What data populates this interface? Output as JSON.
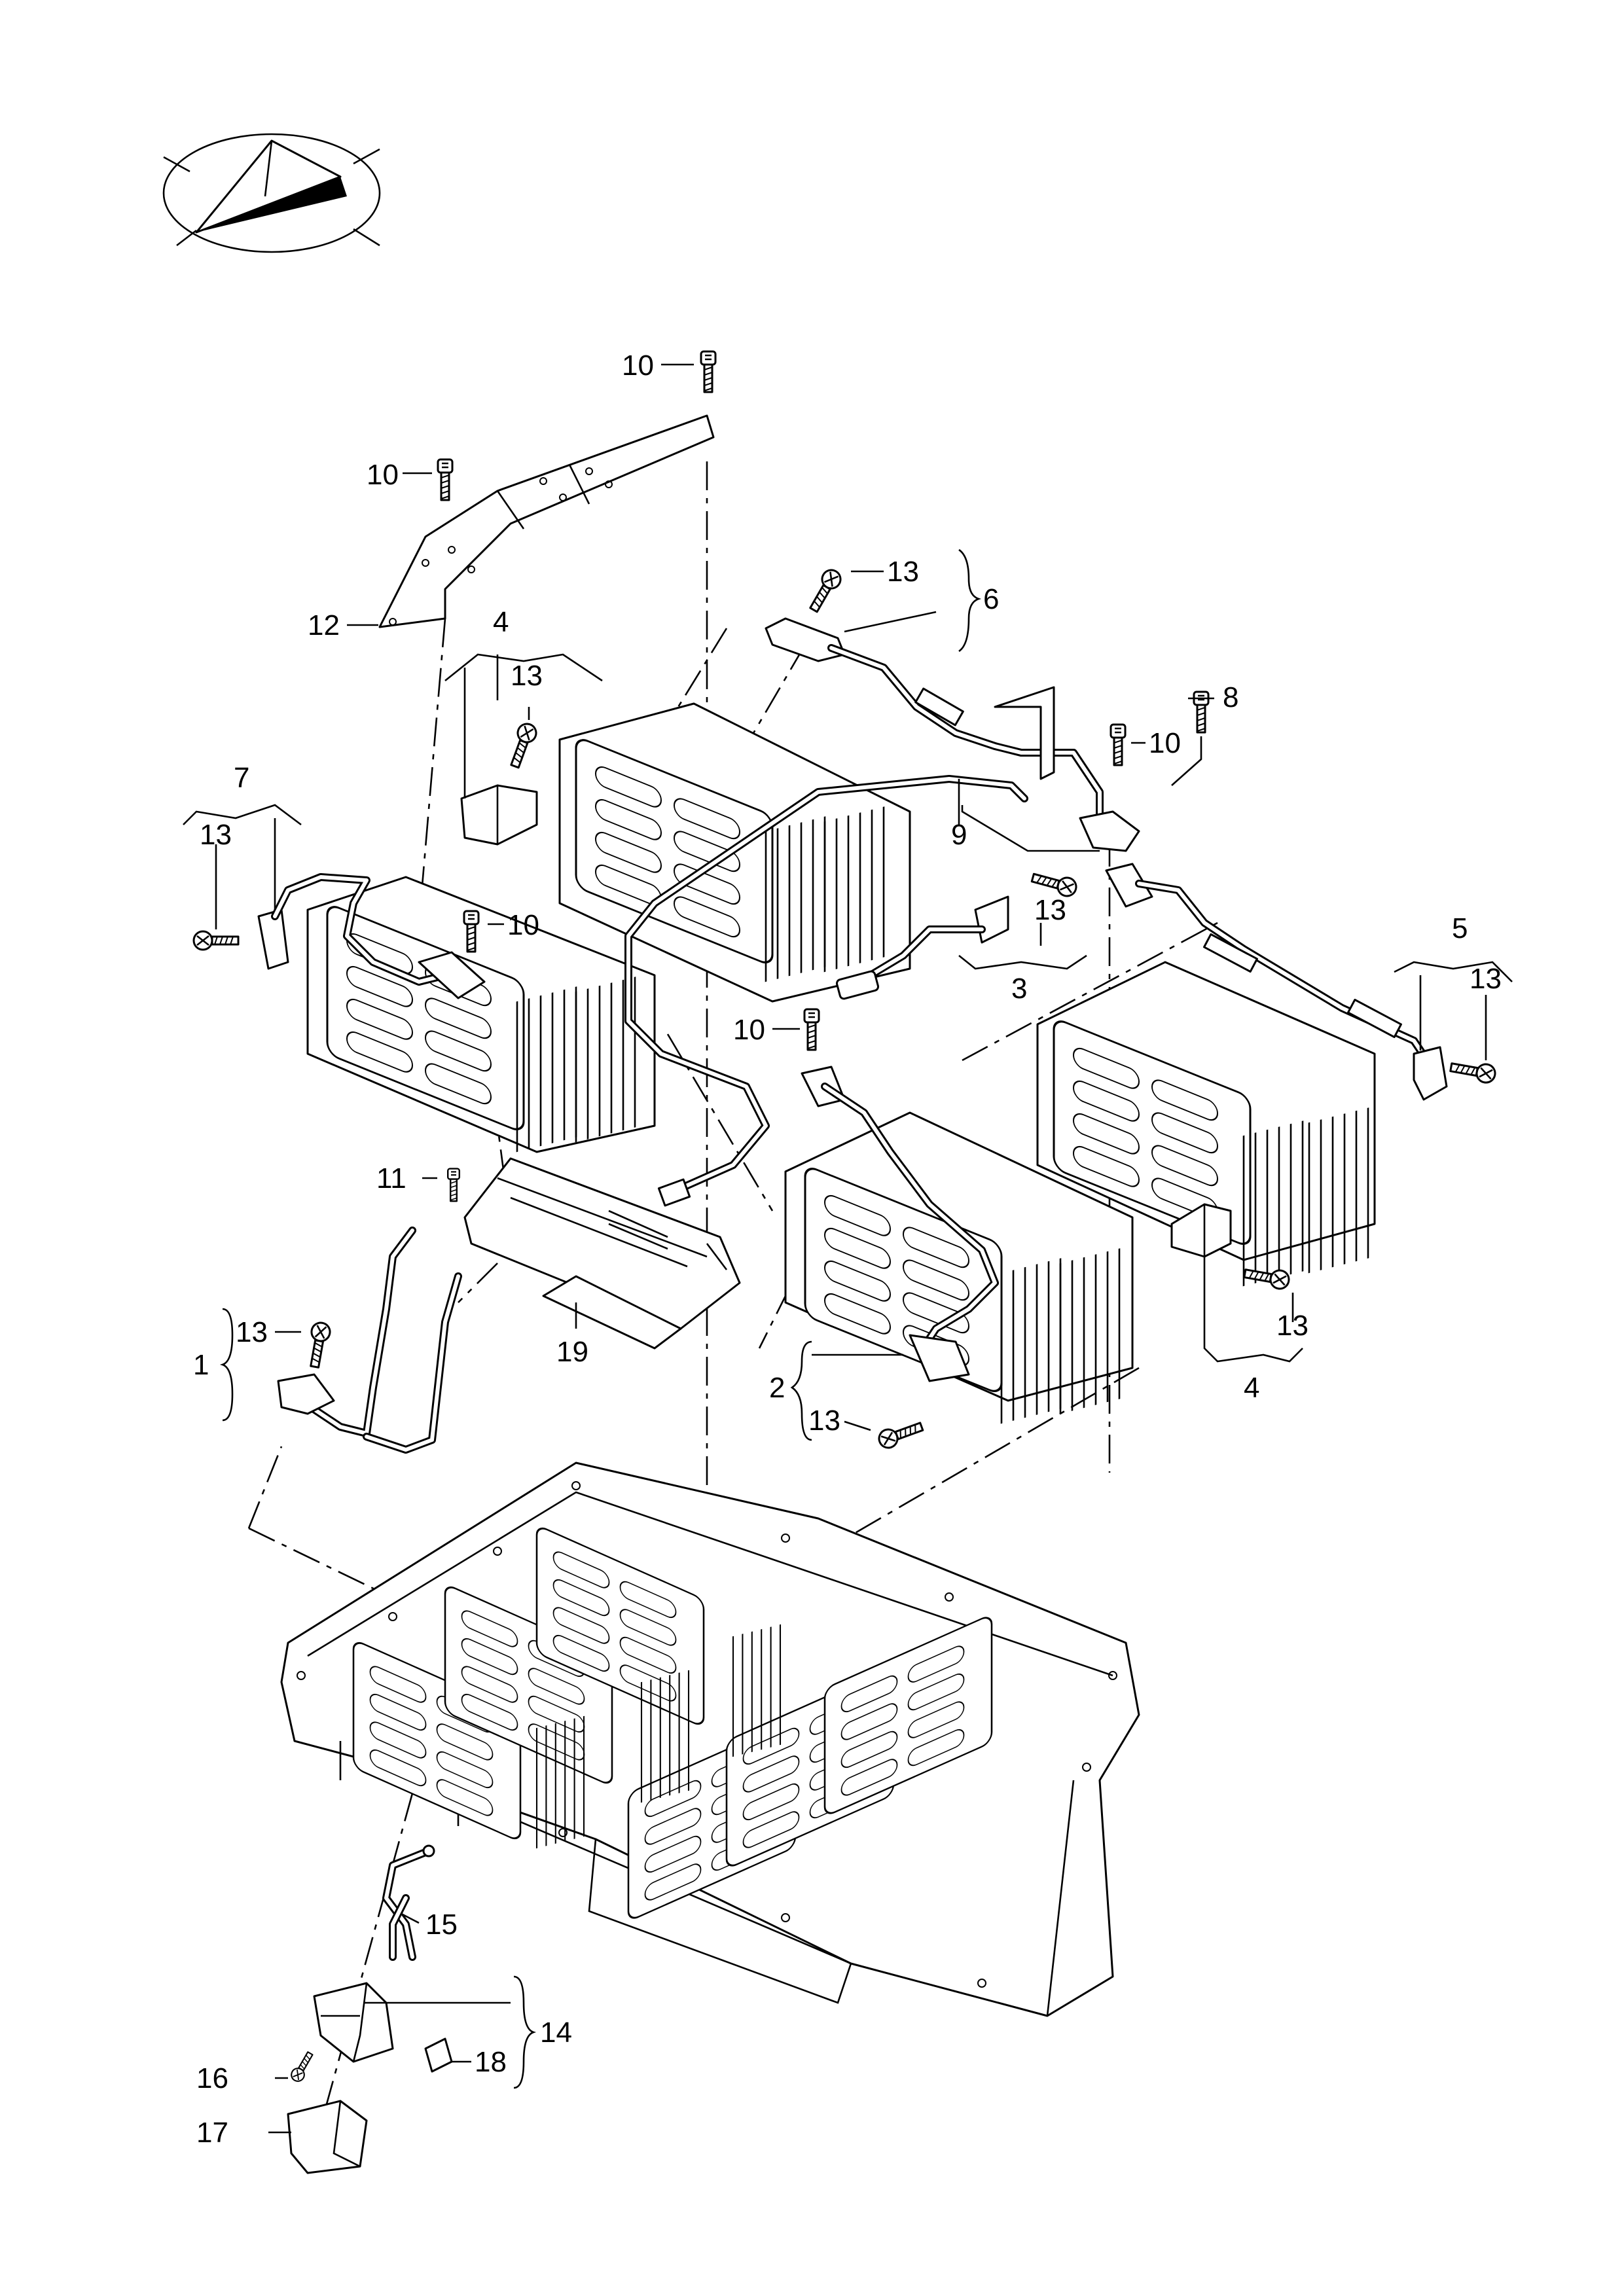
{
  "callouts": {
    "c1": "1",
    "c2": "2",
    "c3": "3",
    "c4a": "4",
    "c4b": "4",
    "c5": "5",
    "c6": "6",
    "c7": "7",
    "c8": "8",
    "c9": "9",
    "c10a": "10",
    "c10b": "10",
    "c10c": "10",
    "c10d": "10",
    "c10e": "10",
    "c11": "11",
    "c12": "12",
    "c13a": "13",
    "c13b": "13",
    "c13c": "13",
    "c13d": "13",
    "c13e": "13",
    "c13f": "13",
    "c13g": "13",
    "c13h": "13",
    "c14": "14",
    "c15": "15",
    "c16": "16",
    "c17": "17",
    "c18": "18",
    "c19": "19"
  }
}
